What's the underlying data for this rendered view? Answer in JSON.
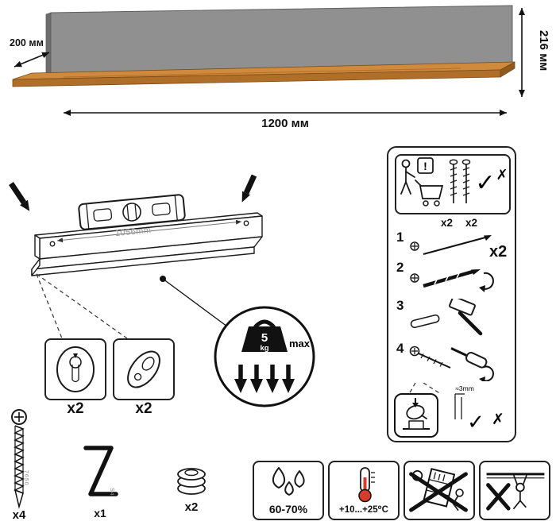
{
  "colors": {
    "wood_top": "#cf8a3e",
    "wood_front": "#b06f28",
    "wood_side": "#8f5a1d",
    "panel_gray": "#909090",
    "panel_gray_dark": "#6d6d6d",
    "thermometer_red": "#d63c2a"
  },
  "product": {
    "depth_label": "200 мм",
    "width_label": "1200 мм",
    "height_label": "216 мм"
  },
  "drawing": {
    "mount_span_label": "1056mm",
    "callout_left_qty": "x2",
    "callout_right_qty": "x2"
  },
  "weight_limit": {
    "value": "5",
    "unit": "kg",
    "max_label": "max"
  },
  "icons": {
    "check": "✓",
    "cross": "✗",
    "warning": "!"
  },
  "steps_panel": {
    "screws_qty_a": "x2",
    "screws_qty_b": "x2",
    "panel_qty": "x2",
    "steps": [
      "1",
      "2",
      "3",
      "4"
    ],
    "gap_label": "≈3mm"
  },
  "hardware": {
    "screw_qty": "x4",
    "screw_code": "7650",
    "hexkey_qty": "x1",
    "hexkey_code": "S4",
    "washer_qty": "x2"
  },
  "conditions": {
    "humidity": "60-70%",
    "temperature": "+10...+25⁰C"
  }
}
